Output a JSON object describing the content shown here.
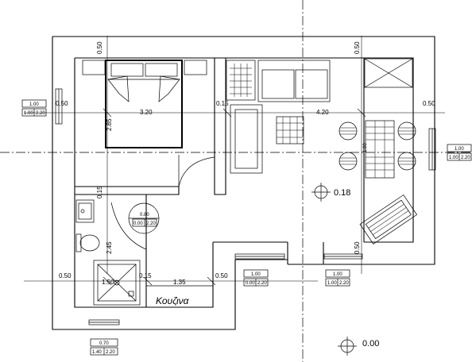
{
  "room_label": "Κουζινα",
  "levels": [
    "0.18",
    "0.00"
  ],
  "dimensions": {
    "top_left_050": "0.50",
    "top_right_050": "0.50",
    "bed_width": "3.20",
    "bed_depth": "2.85",
    "partition_015": "0.15",
    "living_width": "4.20",
    "right_050": "0.50",
    "left_050": "0.50",
    "mid_015": "0.15",
    "bath_245": "2.45",
    "bottom_left_050": "0.50",
    "bath_width": "1.50",
    "bath_015": "0.15",
    "kitchen_width": "1.35",
    "kitchen_050": "0.50",
    "right_bottom_050": "0.50",
    "table_100": "1.00"
  },
  "window_tags": [
    {
      "top": "1.00",
      "a": "1.00",
      "b": "2.20"
    },
    {
      "top": "1.00",
      "a": "1.00",
      "b": "2.20"
    },
    {
      "top": "0.80",
      "a": "0.00",
      "b": "2.20"
    },
    {
      "top": "1.00",
      "a": "0.00",
      "b": "2.20"
    },
    {
      "top": "1.00",
      "a": "1.00",
      "b": "2.20"
    },
    {
      "top": "0.70",
      "a": "1.40",
      "b": "2.20"
    }
  ]
}
